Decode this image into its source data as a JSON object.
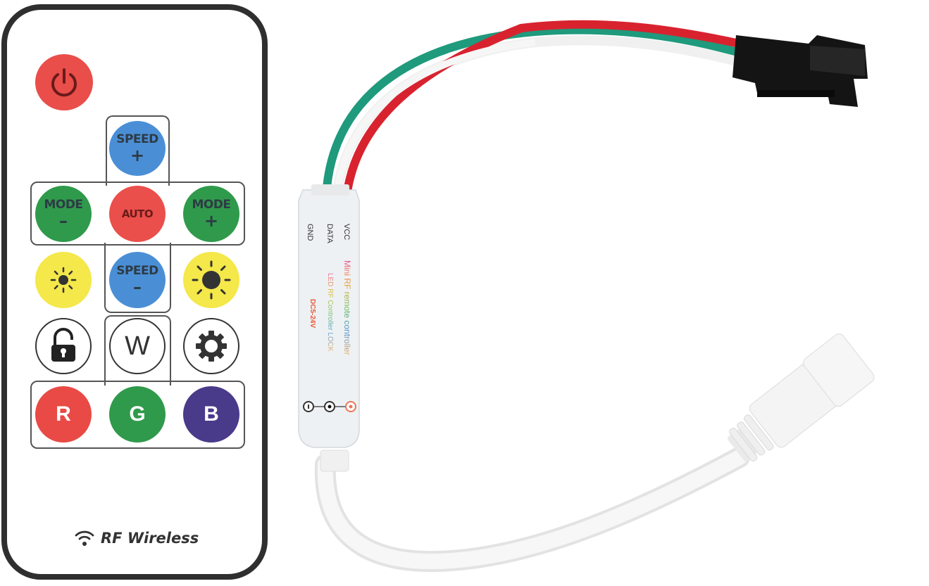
{
  "scene": {
    "description": "Mini RF LED remote controller kit with 14-key remote",
    "background": "#ffffff"
  },
  "remote": {
    "body_color": "#ffffff",
    "border_color": "#2f2f2f",
    "buttons": [
      {
        "id": "power",
        "icon": "power-icon",
        "color": "#e94e4a"
      },
      {
        "id": "speed-plus",
        "line1": "SPEED",
        "line2": "+",
        "color": "#4a8fd6"
      },
      {
        "id": "mode-minus",
        "line1": "MODE",
        "line2": "–",
        "color": "#2f9a4b"
      },
      {
        "id": "auto",
        "line1": "AUTO",
        "line2": "",
        "color": "#e94e4a"
      },
      {
        "id": "mode-plus",
        "line1": "MODE",
        "line2": "+",
        "color": "#2f9a4b"
      },
      {
        "id": "brightness-down",
        "icon": "sun-small-icon",
        "color": "#f4e84a"
      },
      {
        "id": "speed-minus",
        "line1": "SPEED",
        "line2": "–",
        "color": "#4a8fd6"
      },
      {
        "id": "brightness-up",
        "icon": "sun-large-icon",
        "color": "#f4e84a"
      },
      {
        "id": "lock",
        "icon": "lock-icon",
        "color": "#ffffff"
      },
      {
        "id": "white",
        "label": "W",
        "color": "#ffffff"
      },
      {
        "id": "settings",
        "icon": "gear-icon",
        "color": "#ffffff"
      },
      {
        "id": "red",
        "label": "R",
        "color": "#e94a45"
      },
      {
        "id": "green",
        "label": "G",
        "color": "#2f9a4b"
      },
      {
        "id": "blue",
        "label": "B",
        "color": "#4a3a8a"
      }
    ],
    "footer_label": "RF Wireless",
    "footer_icon": "wifi-icon"
  },
  "controller": {
    "pins": [
      "VCC",
      "DATA",
      "GND"
    ],
    "title_line1": "Mini RF remote controller",
    "title_line2": "LED RF Controller LOCK",
    "voltage": "DC5-24V",
    "terminal_symbols": [
      "−",
      "•",
      "+"
    ],
    "body_color": "#eef1f3"
  },
  "cables": {
    "wire_colors": {
      "red": "#d8232f",
      "green": "#1f9a7c",
      "white": "#f2f2f2"
    },
    "connector_color": "#111111",
    "dc_plug_color": "#f4f4f4"
  }
}
